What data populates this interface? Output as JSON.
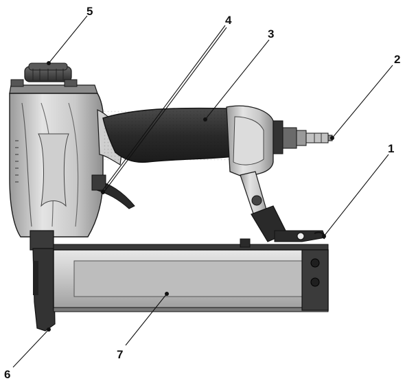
{
  "callouts": [
    {
      "id": "1",
      "label": "1"
    },
    {
      "id": "2",
      "label": "2"
    },
    {
      "id": "3",
      "label": "3"
    },
    {
      "id": "4",
      "label": "4"
    },
    {
      "id": "5",
      "label": "5"
    },
    {
      "id": "6",
      "label": "6"
    },
    {
      "id": "7",
      "label": "7"
    }
  ],
  "colors": {
    "body_light": "#d9d9d9",
    "body_mid": "#b5b5b5",
    "body_dark": "#8c8c8c",
    "grip": "#2e2e2e",
    "outline": "#1a1a1a"
  }
}
